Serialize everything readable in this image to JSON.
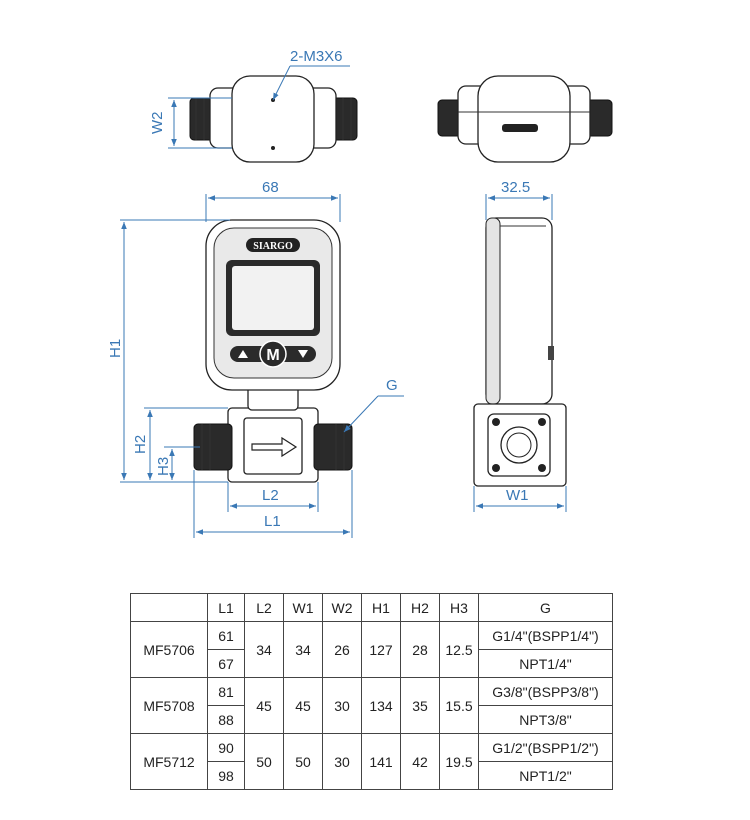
{
  "brand": "SIARGO",
  "button_label": "M",
  "labels": {
    "m3x6": "2-M3X6",
    "w2": "W2",
    "dim_68": "68",
    "dim_32_5": "32.5",
    "h1": "H1",
    "h2": "H2",
    "h3": "H3",
    "g": "G",
    "l2": "L2",
    "l1": "L1",
    "w1": "W1"
  },
  "table": {
    "headers": [
      "",
      "L1",
      "L2",
      "W1",
      "W2",
      "H1",
      "H2",
      "H3",
      "G"
    ],
    "rows": [
      {
        "model": "MF5706",
        "l1": [
          "61",
          "67"
        ],
        "l2": "34",
        "w1": "34",
        "w2": "26",
        "h1": "127",
        "h2": "28",
        "h3": "12.5",
        "g": [
          "G1/4\"(BSPP1/4\")",
          "NPT1/4\""
        ]
      },
      {
        "model": "MF5708",
        "l1": [
          "81",
          "88"
        ],
        "l2": "45",
        "w1": "45",
        "w2": "30",
        "h1": "134",
        "h2": "35",
        "h3": "15.5",
        "g": [
          "G3/8\"(BSPP3/8\")",
          "NPT3/8\""
        ]
      },
      {
        "model": "MF5712",
        "l1": [
          "90",
          "98"
        ],
        "l2": "50",
        "w1": "50",
        "w2": "30",
        "h1": "141",
        "h2": "42",
        "h3": "19.5",
        "g": [
          "G1/2\"(BSPP1/2\")",
          "NPT1/2\""
        ]
      }
    ]
  }
}
